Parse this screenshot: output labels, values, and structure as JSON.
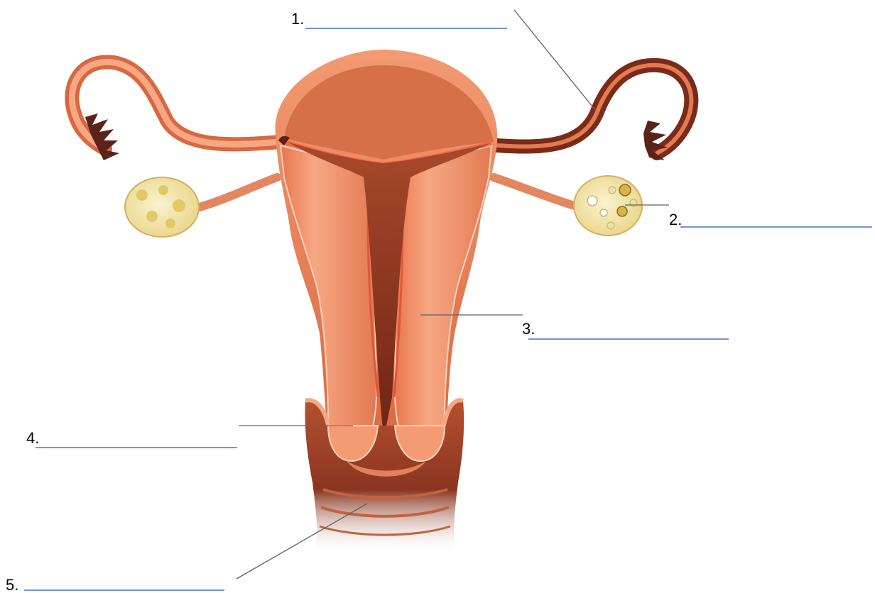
{
  "diagram": {
    "blanks": [
      {
        "number": "1."
      },
      {
        "number": "2."
      },
      {
        "number": "3."
      },
      {
        "number": "4."
      },
      {
        "number": "5."
      }
    ]
  },
  "colors": {
    "tissue": "#f08a62",
    "tissue_light": "#f7a783",
    "tissue_dark": "#c85a37",
    "cavity": "#8a3520",
    "cavity_light": "#a8492b",
    "ovary": "#f3e6a8",
    "ovary_follicle": "#e3c866",
    "fimbriae": "#5a2318",
    "vagina_wall": "#9e3a22",
    "blank_line": "#4472c4"
  }
}
